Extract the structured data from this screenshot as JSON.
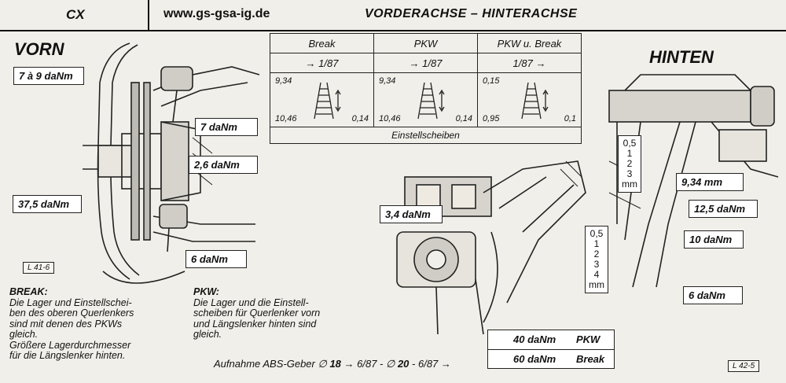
{
  "header": {
    "model": "CX",
    "url": "www.gs-gsa-ig.de",
    "title": "VORDERACHSE – HINTERACHSE"
  },
  "front": {
    "title": "VORN",
    "torques": [
      "7 à 9 daNm",
      "7 daNm",
      "2,6 daNm",
      "37,5 daNm",
      "6 daNm"
    ],
    "figure_code": "L 41-6"
  },
  "rear": {
    "title": "HINTEN",
    "torques": [
      "9,34 mm",
      "12,5 daNm",
      "10 daNm",
      "6 daNm",
      "3,4 daNm"
    ],
    "shims_upper": [
      "0,5",
      "1",
      "2",
      "3",
      "mm"
    ],
    "shims_lower": [
      "0,5",
      "1",
      "2",
      "3",
      "4",
      "mm"
    ],
    "figure_code": "L 42-5"
  },
  "spec_table": {
    "columns": [
      {
        "name": "Break",
        "date": "→ 1/87",
        "top": "9,34",
        "bottom_left": "10,46",
        "bottom_right": "0,14"
      },
      {
        "name": "PKW",
        "date": "→ 1/87",
        "top": "9,34",
        "bottom_left": "10,46",
        "bottom_right": "0,14"
      },
      {
        "name": "PKW u. Break",
        "date": "1/87 →",
        "top": "0,15",
        "bottom_left": "0,95",
        "bottom_right": "0,1"
      }
    ],
    "footer": "Einstellscheiben"
  },
  "notes": {
    "break_title": "BREAK:",
    "break_text": [
      "Die Lager und Einstellschei-",
      "ben des oberen Querlenkers",
      "sind mit denen des PKWs",
      "gleich.",
      "Größere Lagerdurchmesser",
      "für die Längslenker hinten."
    ],
    "pkw_title": "PKW:",
    "pkw_text": [
      "Die Lager und die Einstell-",
      "scheiben für Querlenker vorn",
      "und Längslenker hinten sind",
      "gleich."
    ]
  },
  "abs": {
    "prefix": "Aufnahme ABS-Geber ∅",
    "v1": "18",
    "mid": "→ 6/87 - ∅",
    "v2": "20",
    "suffix": "- 6/87 →"
  },
  "bottom_torques": [
    {
      "value": "40 daNm",
      "variant": "PKW"
    },
    {
      "value": "60 daNm",
      "variant": "Break"
    }
  ]
}
